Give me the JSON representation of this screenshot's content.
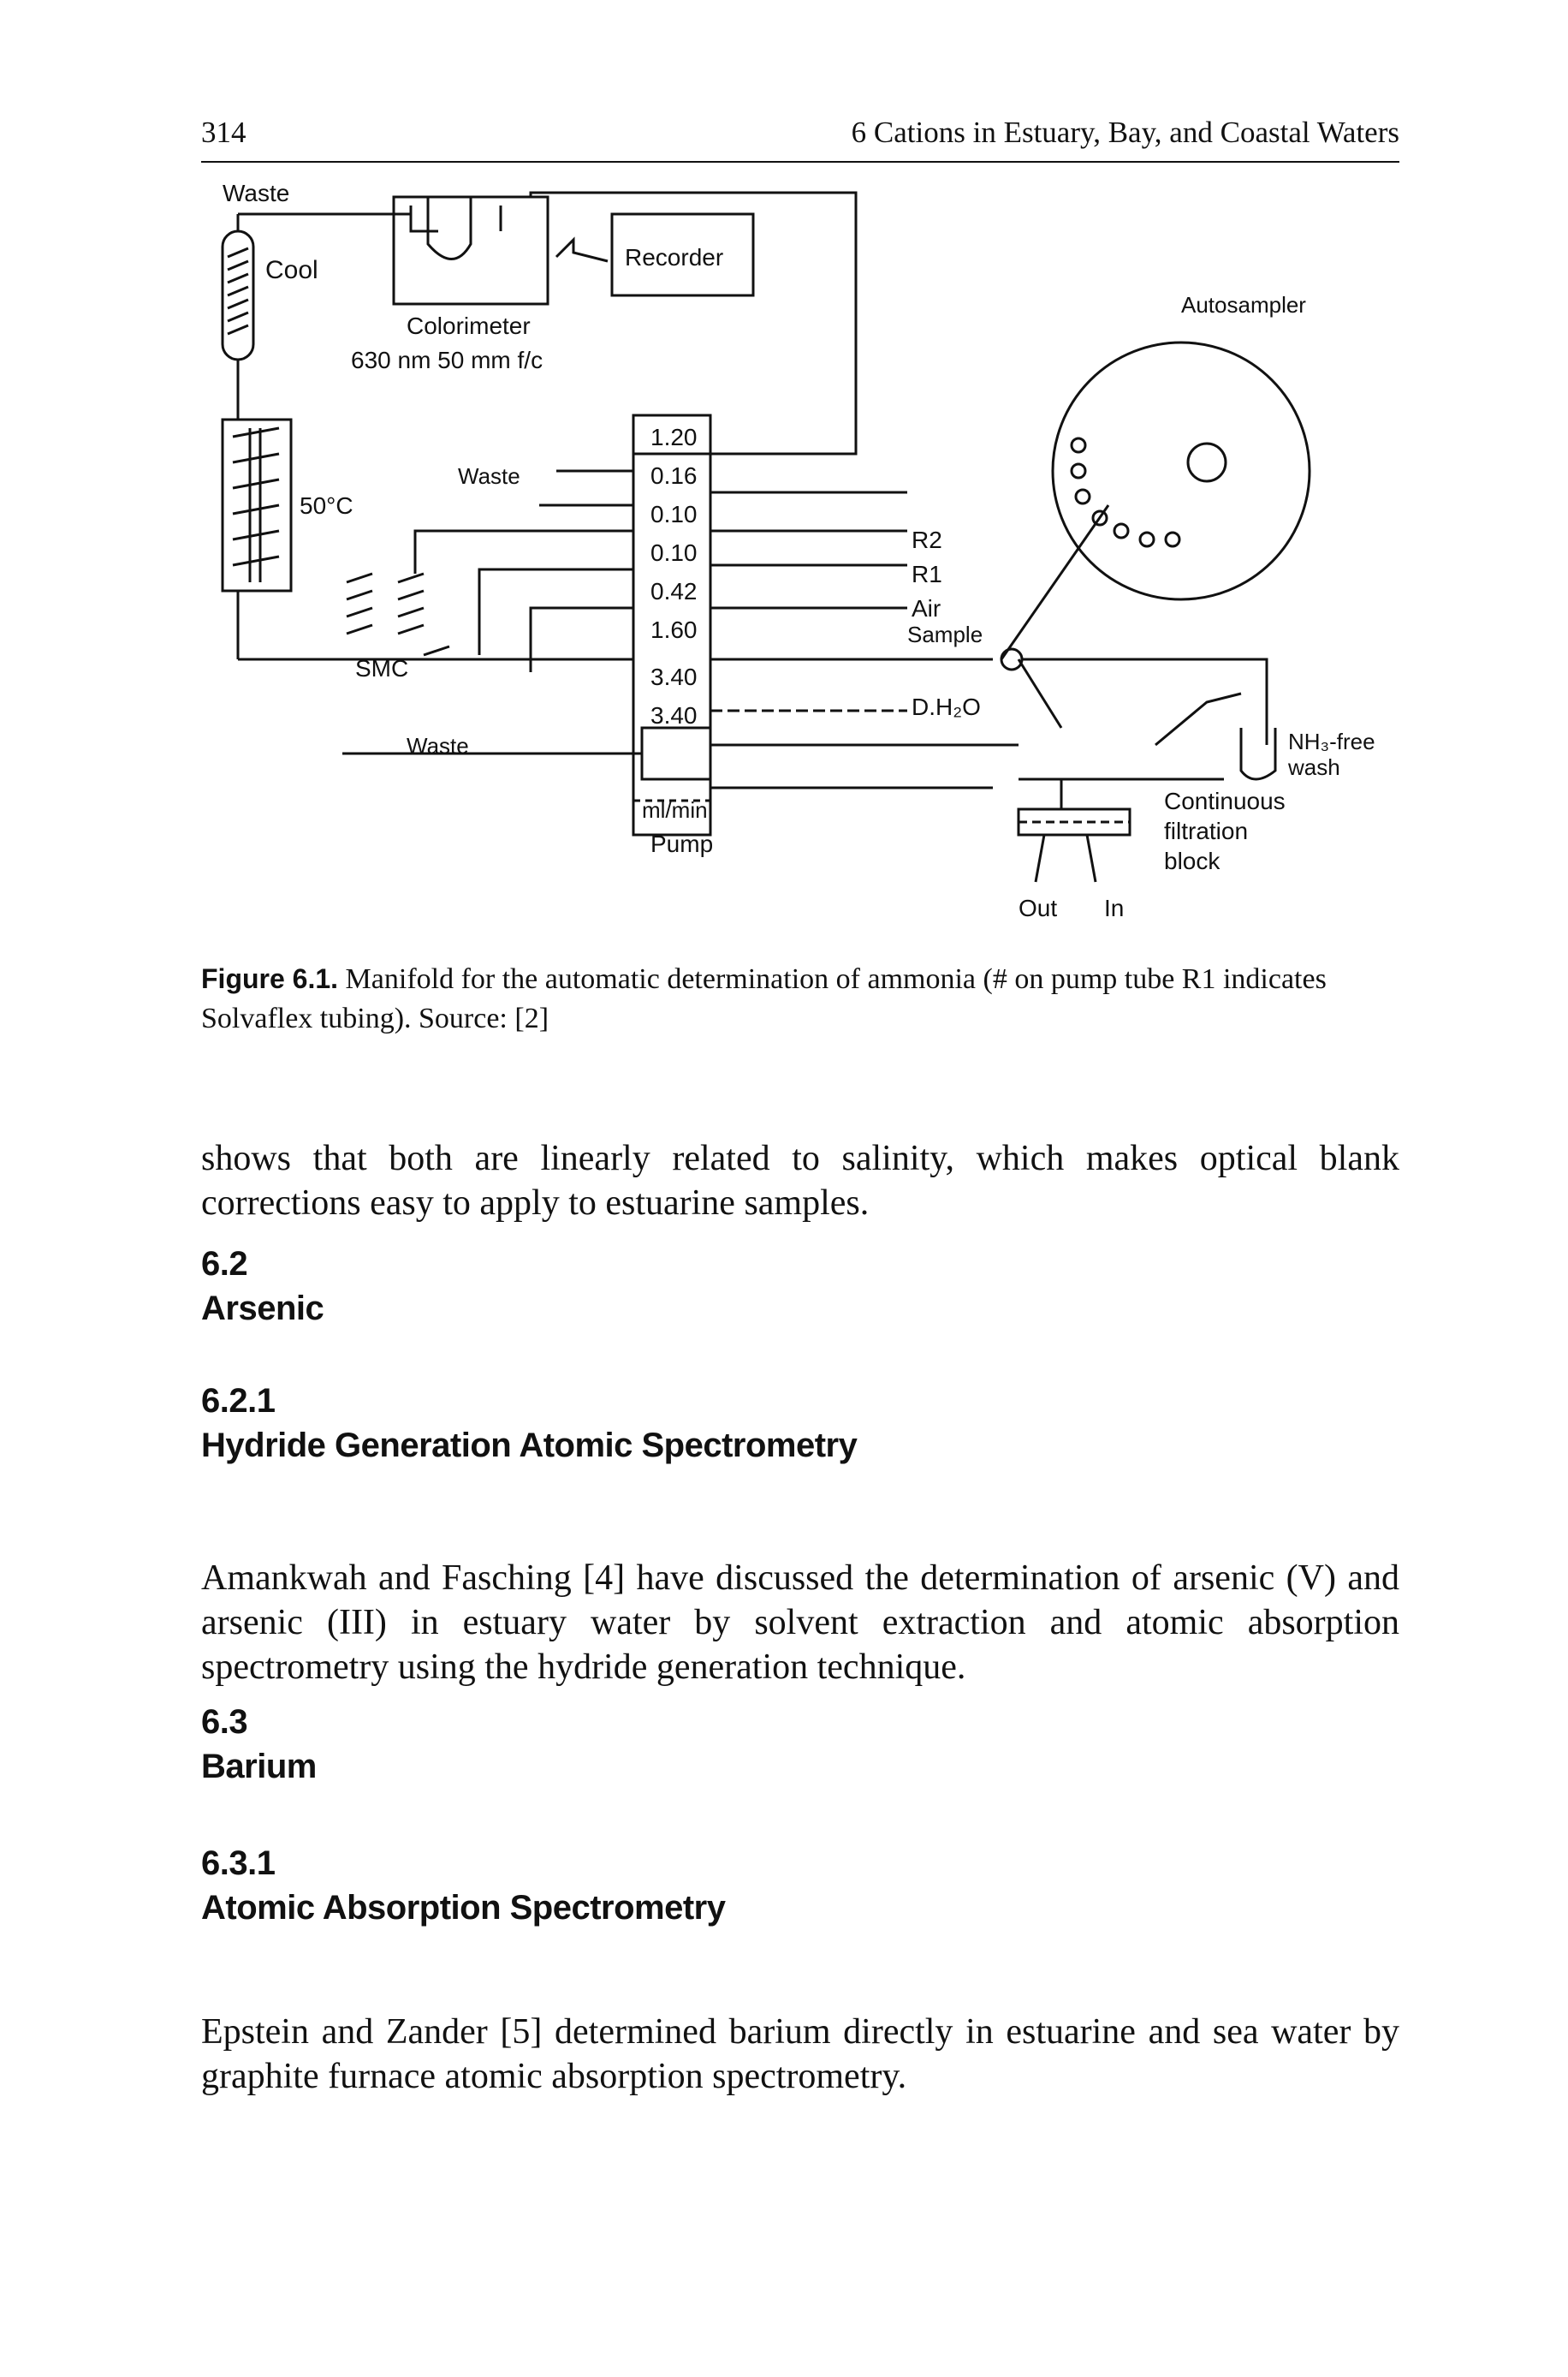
{
  "running_head": {
    "page_number": "314",
    "title": "6 Cations in Estuary, Bay, and Coastal Waters"
  },
  "figure": {
    "labels": {
      "waste_top": "Waste",
      "recorder": "Recorder",
      "cool": "Cool",
      "colorimeter": "Colorimeter",
      "colorimeter_spec": "630 nm 50 mm f/c",
      "temp": "50°C",
      "smc": "SMC",
      "waste_mid": "Waste",
      "waste_bottom": "Waste",
      "autosampler": "Autosampler",
      "r2": "R2",
      "r1": "R1",
      "air": "Air",
      "sample": "Sample",
      "dh2o": "D.H₂O",
      "nh3_free": "NH₃-free",
      "wash": "wash",
      "continuous": "Continuous",
      "filtration": "filtration",
      "block": "block",
      "out": "Out",
      "in": "In",
      "units": "ml/min",
      "pump": "Pump"
    },
    "pump_rates": [
      "1.20",
      "0.16",
      "0.10",
      "0.10",
      "0.42",
      "1.60",
      "3.40",
      "3.40"
    ]
  },
  "caption": {
    "label": "Figure 6.1.",
    "text": "Manifold for the automatic determination of ammonia (# on pump tube R1 indicates Solvaflex tubing). Source: [2]"
  },
  "body": {
    "para1": "shows that both are linearly related to salinity, which makes optical blank corrections easy to apply to estuarine samples.",
    "section_6_2": {
      "number": "6.2",
      "title": "Arsenic"
    },
    "section_6_2_1": {
      "number": "6.2.1",
      "title": "Hydride Generation Atomic Spectrometry"
    },
    "para2": "Amankwah and Fasching [4] have discussed the determination of arsenic (V) and arsenic (III) in estuary water by solvent extraction and atomic absorption spectrometry using the hydride generation technique.",
    "section_6_3": {
      "number": "6.3",
      "title": "Barium"
    },
    "section_6_3_1": {
      "number": "6.3.1",
      "title": "Atomic Absorption Spectrometry"
    },
    "para3": "Epstein and Zander [5] determined barium directly in estuarine and sea water by graphite furnace atomic absorption spectrometry."
  }
}
